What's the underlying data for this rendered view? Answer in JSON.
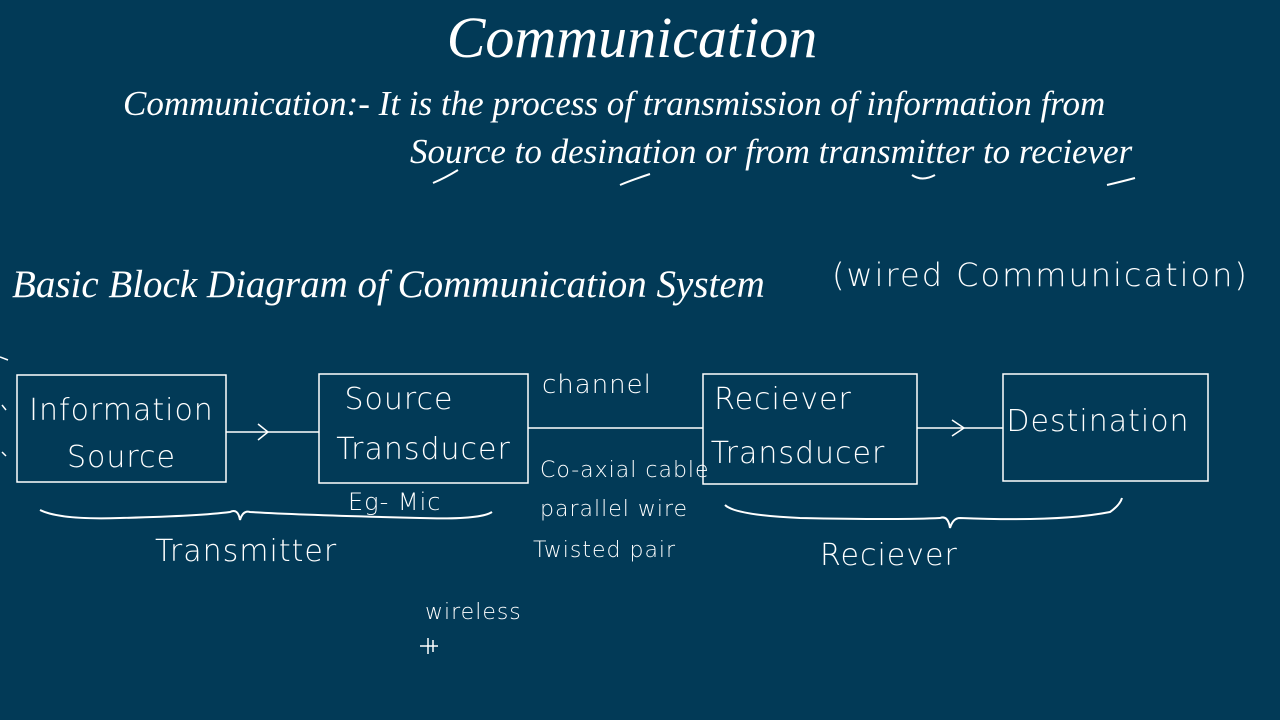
{
  "title": "Communication",
  "definition": {
    "line1": "Communication:- It is the process of transmission of information from",
    "line2": "Source to desination or from transmitter to reciever"
  },
  "diagram": {
    "heading": "Basic Block Diagram of Communication System",
    "heading_note": "(wired Communication)",
    "blocks": [
      {
        "line1": "Information",
        "line2": "Source"
      },
      {
        "line1": "Source",
        "line2": "Transducer"
      },
      {
        "line1": "Reciever",
        "line2": "Transducer"
      },
      {
        "line1": "Destination",
        "line2": ""
      }
    ],
    "channel_label": "channel",
    "mic_example": "Eg- Mic",
    "channel_types": [
      "Co-axial cable",
      "parallel wire",
      "Twisted pair"
    ],
    "transmitter_label": "Transmitter",
    "receiver_label": "Reciever",
    "wireless_note": "wireless"
  },
  "colors": {
    "background": "#023a57",
    "ink": "#ffffff"
  }
}
